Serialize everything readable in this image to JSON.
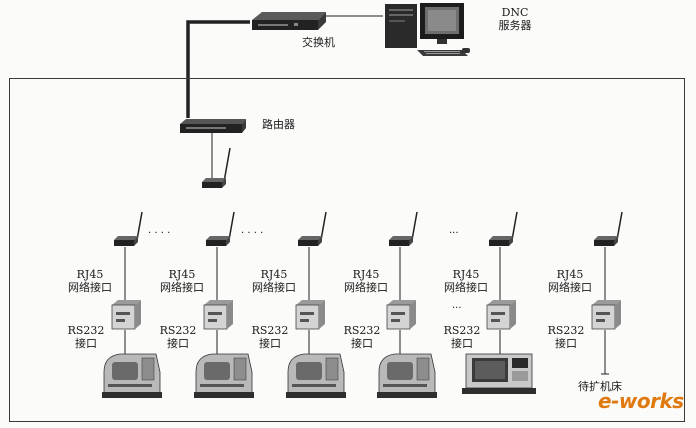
{
  "labels": {
    "switch": "交换机",
    "router": "路由器",
    "dnc_line1": "DNC",
    "dnc_line2": "服务器",
    "rj45_line1": "RJ45",
    "rj45_line2": "网络接口",
    "rs232_line1": "RS232",
    "rs232_line2": "接口",
    "dots_long": "· · · ·",
    "dots_short": "···",
    "pending_machine": "待扩机床"
  },
  "watermark": {
    "brand": "e-works",
    "color": "#e07a10"
  },
  "nodes": [
    {
      "id": "1",
      "machine": "cnc-lathe"
    },
    {
      "id": "2",
      "machine": "cnc-lathe"
    },
    {
      "id": "3",
      "machine": "cnc-lathe"
    },
    {
      "id": "4",
      "machine": "cnc-lathe"
    },
    {
      "id": "5",
      "machine": "cnc-turning-center"
    },
    {
      "id": "6",
      "machine": "pending"
    }
  ]
}
